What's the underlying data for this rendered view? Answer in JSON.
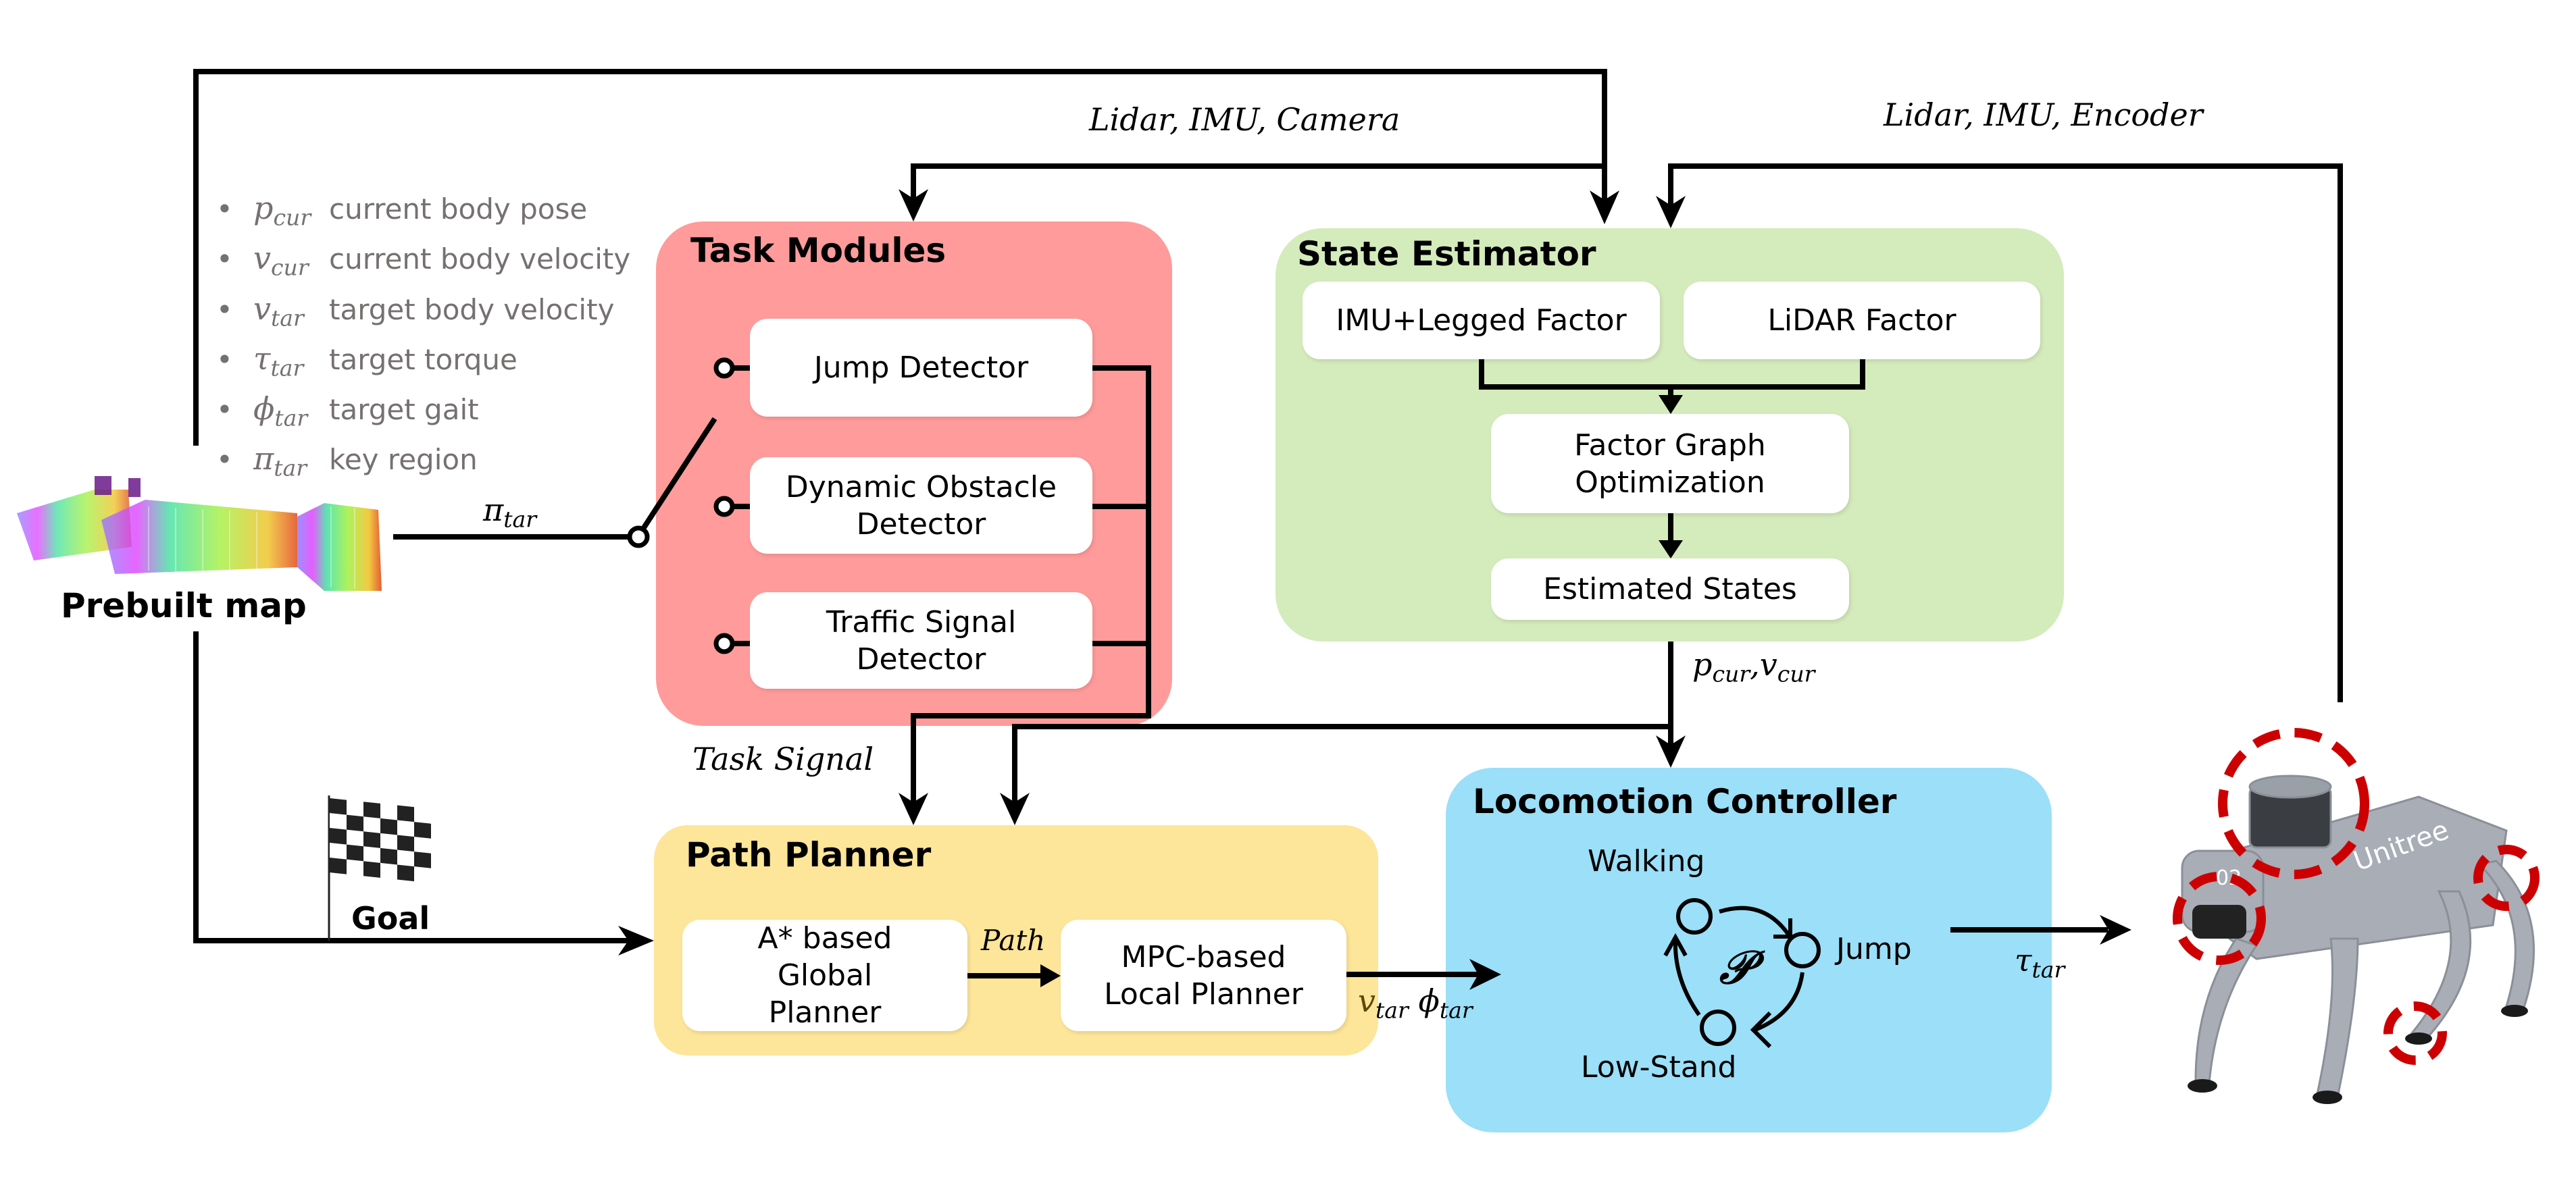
{
  "legend": {
    "items": [
      {
        "symbol": "p",
        "sub": "cur",
        "text": "current body pose"
      },
      {
        "symbol": "v",
        "sub": "cur",
        "text": "current body velocity"
      },
      {
        "symbol": "v",
        "sub": "tar",
        "text": "target body velocity"
      },
      {
        "symbol": "τ",
        "sub": "tar",
        "text": "target torque"
      },
      {
        "symbol": "ϕ",
        "sub": "tar",
        "text": "target gait"
      },
      {
        "symbol": "π",
        "sub": "tar",
        "text": "key region"
      }
    ]
  },
  "inputs": {
    "prebuilt_map_label": "Prebuilt map",
    "goal_label": "Goal"
  },
  "signals": {
    "sensors_task": "Lidar, IMU, Camera",
    "sensors_state": "Lidar, IMU, Encoder",
    "key_region": {
      "symbol": "π",
      "sub": "tar"
    },
    "task_signal": "Task Signal",
    "path": "Path",
    "state_out": {
      "p": "p",
      "p_sub": "cur",
      "sep": ",",
      "v": "v",
      "v_sub": "cur"
    },
    "planner_out": {
      "v": "v",
      "v_sub": "tar",
      "phi": "ϕ",
      "phi_sub": "tar"
    },
    "torque": {
      "symbol": "τ",
      "sub": "tar"
    }
  },
  "task_modules": {
    "title": "Task Modules",
    "detectors": [
      "Jump Detector",
      "Dynamic Obstacle Detector",
      "Traffic Signal Detector"
    ]
  },
  "state_estimator": {
    "title": "State Estimator",
    "factors": [
      "IMU+Legged Factor",
      "LiDAR Factor"
    ],
    "optimizer": "Factor Graph Optimization",
    "output": "Estimated States"
  },
  "path_planner": {
    "title": "Path Planner",
    "global": "A* based Global Planner",
    "local": "MPC-based Local Planner"
  },
  "locomotion_controller": {
    "title": "Locomotion Controller",
    "policy_symbol": "𝒫",
    "modes": [
      "Walking",
      "Jump",
      "Low-Stand"
    ]
  },
  "colors": {
    "task_modules": "#ff9b9b",
    "state_estimator": "#d4ebbc",
    "path_planner": "#fde599",
    "locomotion_controller": "#9bdff8",
    "legend_text": "#767171",
    "highlight_ring": "#cc0000"
  }
}
